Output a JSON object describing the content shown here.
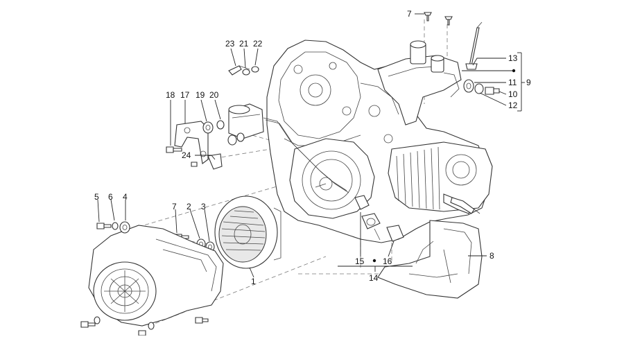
{
  "callouts": [
    {
      "id": "c1",
      "text": "1"
    },
    {
      "id": "c2",
      "text": "2"
    },
    {
      "id": "c3",
      "text": "3"
    },
    {
      "id": "c4",
      "text": "4"
    },
    {
      "id": "c5",
      "text": "5"
    },
    {
      "id": "c6",
      "text": "6"
    },
    {
      "id": "c7a",
      "text": "7"
    },
    {
      "id": "c7b",
      "text": "7"
    },
    {
      "id": "c8",
      "text": "8"
    },
    {
      "id": "c9",
      "text": "9"
    },
    {
      "id": "c10",
      "text": "10"
    },
    {
      "id": "c11",
      "text": "11"
    },
    {
      "id": "c12",
      "text": "12"
    },
    {
      "id": "c13",
      "text": "13"
    },
    {
      "id": "c14",
      "text": "14"
    },
    {
      "id": "c15",
      "text": "15"
    },
    {
      "id": "c16",
      "text": "16"
    },
    {
      "id": "c17",
      "text": "17"
    },
    {
      "id": "c18",
      "text": "18"
    },
    {
      "id": "c19",
      "text": "19"
    },
    {
      "id": "c20",
      "text": "20"
    },
    {
      "id": "c21",
      "text": "21"
    },
    {
      "id": "c22",
      "text": "22"
    },
    {
      "id": "c23",
      "text": "23"
    },
    {
      "id": "c24",
      "text": "24"
    }
  ]
}
